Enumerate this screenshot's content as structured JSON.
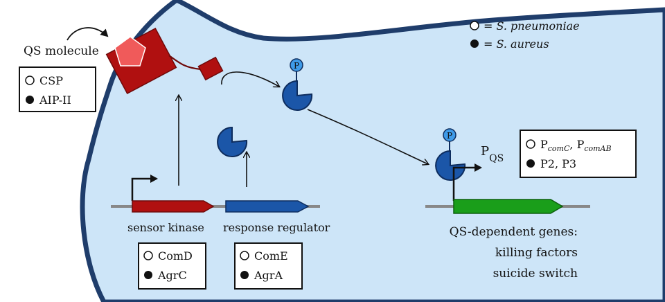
{
  "legend": {
    "open_label": "= S. pneumoniae",
    "filled_label": "= S. aureus"
  },
  "qs_molecule": {
    "title": "QS molecule",
    "items": [
      {
        "marker": "open",
        "text": "CSP"
      },
      {
        "marker": "filled",
        "text": "AIP-II"
      }
    ]
  },
  "phospho_label": "P",
  "genes": {
    "sensor": {
      "label": "sensor kinase",
      "items": [
        {
          "marker": "open",
          "text": "ComD"
        },
        {
          "marker": "filled",
          "text": "AgrC"
        }
      ]
    },
    "response": {
      "label": "response regulator",
      "items": [
        {
          "marker": "open",
          "text": "ComE"
        },
        {
          "marker": "filled",
          "text": "AgrA"
        }
      ]
    }
  },
  "promoter": {
    "label_main": "P",
    "label_sub": "QS",
    "items": [
      {
        "marker": "open",
        "main1": "P",
        "sub1": "comC",
        "sep": ", ",
        "main2": "P",
        "sub2": "comAB"
      },
      {
        "marker": "filled",
        "text": "P2, P3"
      }
    ]
  },
  "qs_dependent": {
    "line1": "QS-dependent genes:",
    "line2": "killing factors",
    "line3": "suicide switch"
  },
  "colors": {
    "cell_fill": "#cde5f8",
    "cell_border": "#1f3d6b",
    "receptor": "#b01010",
    "molecule": "#f05a5a",
    "regulator": "#1b56a8",
    "regulator_dark": "#0e2d5e",
    "phosphate": "#3f9be8",
    "gene_sensor": "#b01010",
    "gene_response": "#1b56a8",
    "gene_qs": "#1a9e1a"
  }
}
